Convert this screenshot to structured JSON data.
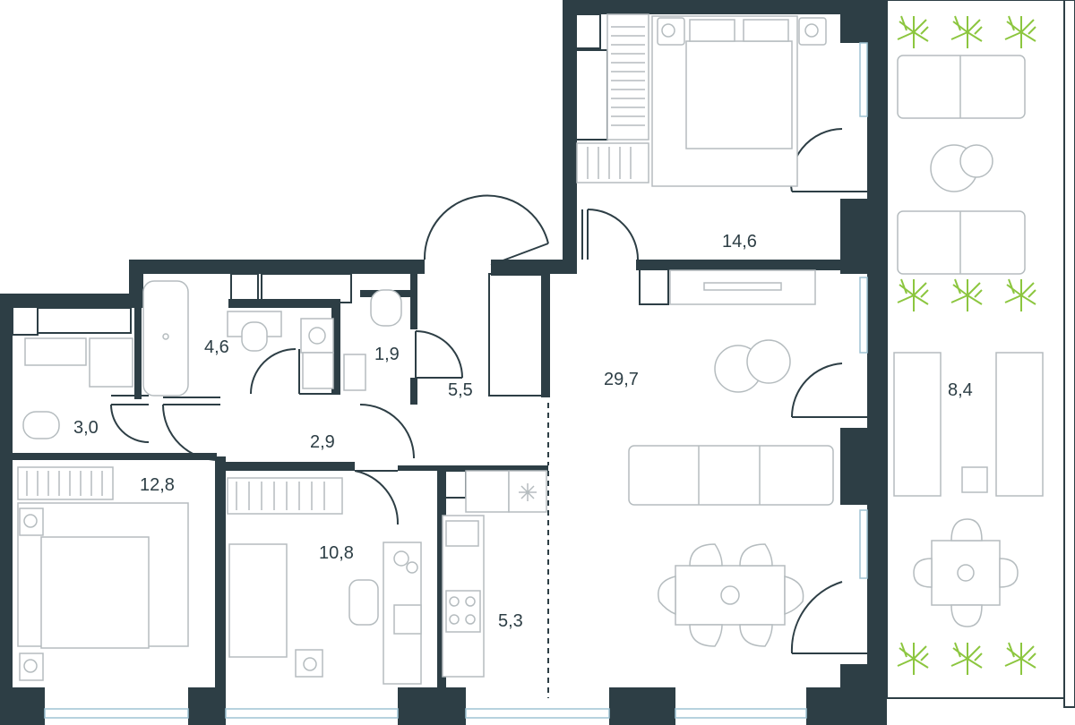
{
  "floor_plan": {
    "rooms": [
      {
        "id": "bathroom-large",
        "area": "4,6"
      },
      {
        "id": "wc",
        "area": "1,9"
      },
      {
        "id": "hallway-main",
        "area": "5,5"
      },
      {
        "id": "living-room",
        "area": "29,7"
      },
      {
        "id": "master-bedroom",
        "area": "14,6"
      },
      {
        "id": "terrace",
        "area": "8,4"
      },
      {
        "id": "bathroom-small",
        "area": "3,0"
      },
      {
        "id": "corridor",
        "area": "2,9"
      },
      {
        "id": "bedroom-left",
        "area": "12,8"
      },
      {
        "id": "bedroom-middle",
        "area": "10,8"
      },
      {
        "id": "kitchen",
        "area": "5,3"
      }
    ],
    "colors": {
      "wall": "#2d3e45",
      "furniture_line": "#b5bcbf",
      "window": "#9fc3d3",
      "plant": "#8cc63f"
    }
  }
}
